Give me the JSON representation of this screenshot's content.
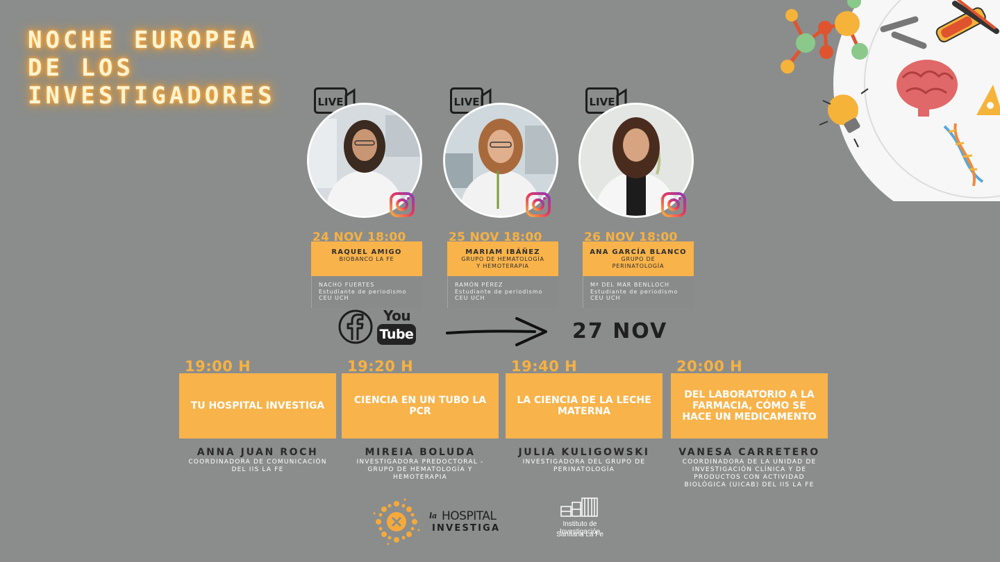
{
  "title": {
    "lines": [
      "NOCHE EUROPEA",
      "DE LOS",
      "INVESTIGADORES"
    ]
  },
  "live": {
    "badge": "LIVE",
    "cards": [
      {
        "date": "24 NOV 18:00",
        "name": "RAQUEL AMIGO",
        "group": "BIOBANCO LA FE",
        "group2": "",
        "interviewer": "NACHO FUERTES",
        "interviewer_role": "Estudiante de periodismo",
        "interviewer_org": "CEU UCH"
      },
      {
        "date": "25 NOV 18:00",
        "name": "MARIAM IBÁÑEZ",
        "group": "GRUPO DE HEMATOLOGÍA",
        "group2": "Y HEMOTERAPIA",
        "interviewer": "RAMÓN PÉREZ",
        "interviewer_role": "Estudiante de periodismo",
        "interviewer_org": "CEU UCH"
      },
      {
        "date": "26 NOV 18:00",
        "name": "ANA GARCÍA BLANCO",
        "group": "GRUPO DE",
        "group2": "PERINATOLOGÍA",
        "interviewer": "Mª DEL MAR BENLLOCH",
        "interviewer_role": "Estudiante de periodismo",
        "interviewer_org": "CEU UCH"
      }
    ]
  },
  "social": {
    "youtube_top": "You",
    "youtube_bottom": "Tube",
    "date": "27 NOV"
  },
  "sessions": [
    {
      "time": "19:00 H",
      "title": "TU HOSPITAL INVESTIGA",
      "speaker": "ANNA JUAN ROCH",
      "role": "COORDINADORA DE COMUNICACIÓN DEL IIS LA FE"
    },
    {
      "time": "19:20 H",
      "title": "CIENCIA EN UN TUBO LA PCR",
      "speaker": "MIREIA BOLUDA",
      "role": "INVESTIGADORA PREDOCTORAL - GRUPO DE HEMATOLOGÍA Y HEMOTERAPIA"
    },
    {
      "time": "19:40 H",
      "title": "LA CIENCIA DE LA LECHE MATERNA",
      "speaker": "JULIA KULIGOWSKI",
      "role": "INVESTIGADORA DEL GRUPO DE PERINATOLOGÍA"
    },
    {
      "time": "20:00 H",
      "title": "DEL LABORATORIO A LA FARMACIA, CÓMO SE HACE UN MEDICAMENTO",
      "speaker": "VANESA CARRETERO",
      "role": "COORDINADORA DE LA UNIDAD DE INVESTIGACIÓN CLÍNICA Y DE PRODUCTOS CON ACTIVIDAD BIOLÓGICA (UICAB) DEL IIS LA FE"
    }
  ],
  "logos": {
    "hospital_prefix": "la",
    "hospital_main": "HOSPITAL",
    "hospital_sub": "INVESTIGA",
    "iis_line1": "Instituto de Investigación",
    "iis_line2": "Sanitaria La Fe"
  },
  "colors": {
    "background": "#8b8d8c",
    "accent": "#f8b34b",
    "title_glow": "#ff9f2a"
  },
  "icons": [
    "live-camera-icon",
    "instagram-icon",
    "facebook-icon",
    "youtube-icon",
    "arrow-right-icon",
    "science-illustration"
  ]
}
